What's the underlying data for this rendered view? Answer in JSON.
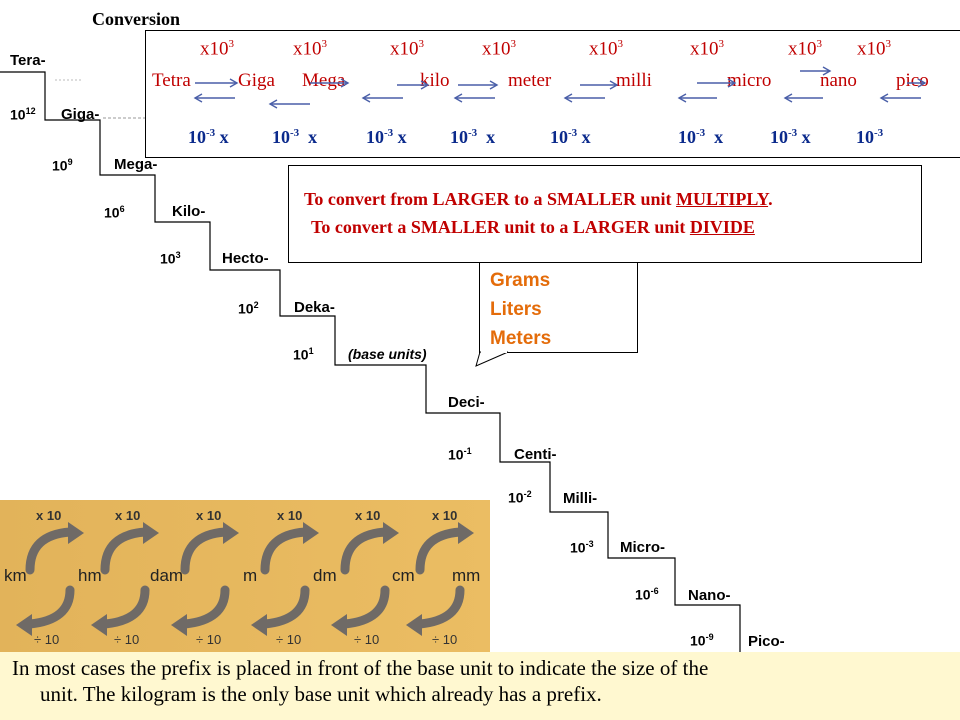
{
  "conversion": {
    "title": "Conversion",
    "multipliers": [
      "x10",
      "x10",
      "x10",
      "x10",
      "x10",
      "x10",
      "x10",
      "x10"
    ],
    "exponent": "3",
    "units": [
      "Tetra",
      "Giga",
      "Mega",
      "kilo",
      "meter",
      "milli",
      "micro",
      "nano",
      "pico"
    ],
    "dividers": [
      "10",
      "10",
      "10",
      "10",
      "10",
      "10",
      "10",
      "10"
    ],
    "div_exponent": "-3",
    "x": "x"
  },
  "rules": {
    "line1_text": "To convert from LARGER to a SMALLER unit ",
    "line1_emph": "MULTIPLY",
    "line1_end": ".",
    "line2_text": "To convert a SMALLER unit to a LARGER unit ",
    "line2_emph": "DIVIDE"
  },
  "base_units": [
    "Grams",
    "Liters",
    "Meters"
  ],
  "staircase": [
    {
      "prefix": "Tera-",
      "power_base": "",
      "power_exp": ""
    },
    {
      "prefix": "Giga-",
      "power_base": "10",
      "power_exp": "12"
    },
    {
      "prefix": "Mega-",
      "power_base": "10",
      "power_exp": "9"
    },
    {
      "prefix": "Kilo-",
      "power_base": "10",
      "power_exp": "6"
    },
    {
      "prefix": "Hecto-",
      "power_base": "10",
      "power_exp": "3"
    },
    {
      "prefix": "Deka-",
      "power_base": "10",
      "power_exp": "2"
    },
    {
      "prefix": "(base units)",
      "power_base": "10",
      "power_exp": "1"
    },
    {
      "prefix": "Deci-",
      "power_base": "",
      "power_exp": ""
    },
    {
      "prefix": "Centi-",
      "power_base": "10",
      "power_exp": "-1"
    },
    {
      "prefix": "Milli-",
      "power_base": "10",
      "power_exp": "-2"
    },
    {
      "prefix": "Micro-",
      "power_base": "10",
      "power_exp": "-3"
    },
    {
      "prefix": "Nano-",
      "power_base": "10",
      "power_exp": "-6"
    },
    {
      "prefix": "Pico-",
      "power_base": "10",
      "power_exp": "-9"
    }
  ],
  "image_panel": {
    "top_labels": [
      "x 10",
      "x 10",
      "x 10",
      "x 10",
      "x 10",
      "x 10"
    ],
    "units": [
      "km",
      "hm",
      "dam",
      "m",
      "dm",
      "cm",
      "mm"
    ],
    "bottom_labels": [
      "÷ 10",
      "÷ 10",
      "÷ 10",
      "÷ 10",
      "÷ 10",
      "÷ 10"
    ],
    "background_color": "#e6b85c",
    "arrow_color": "#6f6a66"
  },
  "footer": {
    "line1": "In  most cases the prefix is placed in front of the base unit to indicate the size of the",
    "line2": "unit.  The kilogram is the only base unit which already has a prefix."
  },
  "colors": {
    "red_text": "#c00000",
    "blue_text": "#0b2a8c",
    "orange_text": "#e46c0a"
  }
}
